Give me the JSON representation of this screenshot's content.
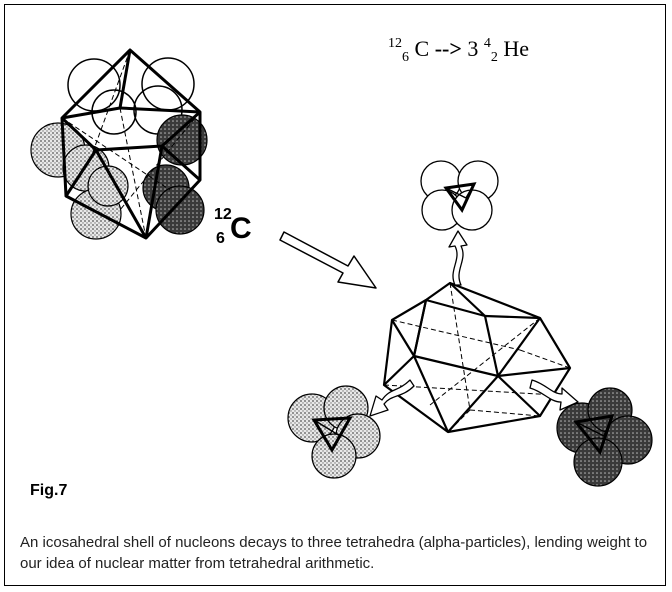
{
  "equation": {
    "c_mass": "12",
    "c_atomic": "6",
    "c_symbol": "C",
    "arrow": "-->",
    "coefficient": "3",
    "he_mass": "4",
    "he_atomic": "2",
    "he_symbol": "He"
  },
  "nucleus_label": {
    "mass": "12",
    "atomic": "6",
    "symbol": "C"
  },
  "figure_label": "Fig.7",
  "caption": "An icosahedral shell of nucleons decays to three tetrahedra (alpha-particles), lending weight to our idea of nuclear matter from tetrahedral arithmetic.",
  "colors": {
    "neutron_light": "#cfcfcf",
    "neutron_dark": "#4a4a4a",
    "line": "#000000"
  }
}
